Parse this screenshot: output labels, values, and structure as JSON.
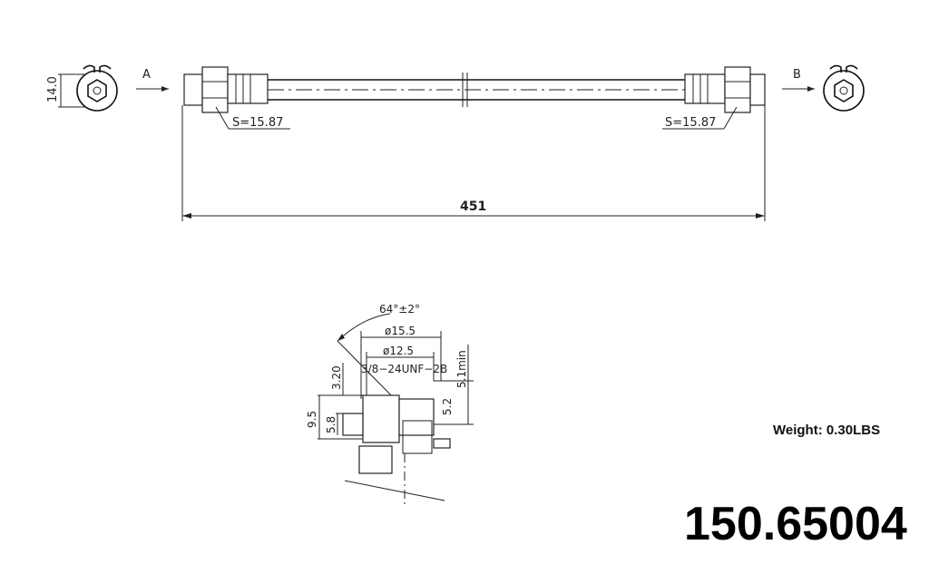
{
  "top_view": {
    "view_a_label": "A",
    "view_b_label": "B",
    "end_height": "14.0",
    "left_hex": "S=15.87",
    "right_hex": "S=15.87",
    "overall_length": "451"
  },
  "detail": {
    "angle": "64°±2°",
    "dia_outer": "ø15.5",
    "dia_inner": "ø12.5",
    "thread": "3/8−24UNF−2B",
    "depth": "5.1min",
    "dim_320": "3.20",
    "dim_95": "9.5",
    "dim_58": "5.8",
    "dim_52": "5.2"
  },
  "weight_text": "Weight: 0.30LBS",
  "part_number": "150.65004"
}
